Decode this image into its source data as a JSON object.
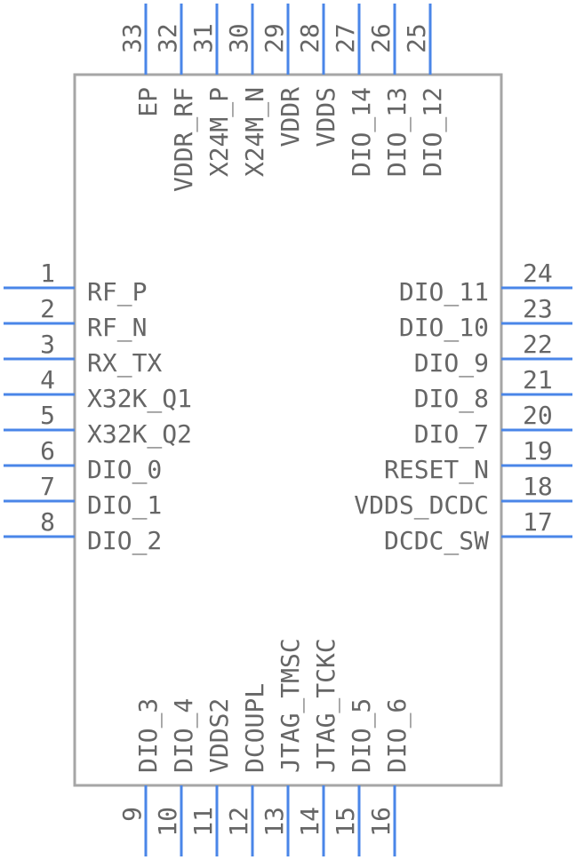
{
  "component": {
    "colors": {
      "pin": "#4a86e8",
      "outline": "#a6a6a6",
      "text": "#666666"
    },
    "left_pins": [
      {
        "num": "1",
        "label": "RF_P"
      },
      {
        "num": "2",
        "label": "RF_N"
      },
      {
        "num": "3",
        "label": "RX_TX"
      },
      {
        "num": "4",
        "label": "X32K_Q1"
      },
      {
        "num": "5",
        "label": "X32K_Q2"
      },
      {
        "num": "6",
        "label": "DIO_0"
      },
      {
        "num": "7",
        "label": "DIO_1"
      },
      {
        "num": "8",
        "label": "DIO_2"
      }
    ],
    "right_pins": [
      {
        "num": "24",
        "label": "DIO_11"
      },
      {
        "num": "23",
        "label": "DIO_10"
      },
      {
        "num": "22",
        "label": "DIO_9"
      },
      {
        "num": "21",
        "label": "DIO_8"
      },
      {
        "num": "20",
        "label": "DIO_7"
      },
      {
        "num": "19",
        "label": "RESET_N"
      },
      {
        "num": "18",
        "label": "VDDS_DCDC"
      },
      {
        "num": "17",
        "label": "DCDC_SW"
      }
    ],
    "top_pins": [
      {
        "num": "33",
        "label": "EP"
      },
      {
        "num": "32",
        "label": "VDDR_RF"
      },
      {
        "num": "31",
        "label": "X24M_P"
      },
      {
        "num": "30",
        "label": "X24M_N"
      },
      {
        "num": "29",
        "label": "VDDR"
      },
      {
        "num": "28",
        "label": "VDDS"
      },
      {
        "num": "27",
        "label": "DIO_14"
      },
      {
        "num": "26",
        "label": "DIO_13"
      },
      {
        "num": "25",
        "label": "DIO_12"
      }
    ],
    "bottom_pins": [
      {
        "num": "9",
        "label": "DIO_3"
      },
      {
        "num": "10",
        "label": "DIO_4"
      },
      {
        "num": "11",
        "label": "VDDS2"
      },
      {
        "num": "12",
        "label": "DCOUPL"
      },
      {
        "num": "13",
        "label": "JTAG_TMSC"
      },
      {
        "num": "14",
        "label": "JTAG_TCKC"
      },
      {
        "num": "15",
        "label": "DIO_5"
      },
      {
        "num": "16",
        "label": "DIO_6"
      }
    ]
  }
}
